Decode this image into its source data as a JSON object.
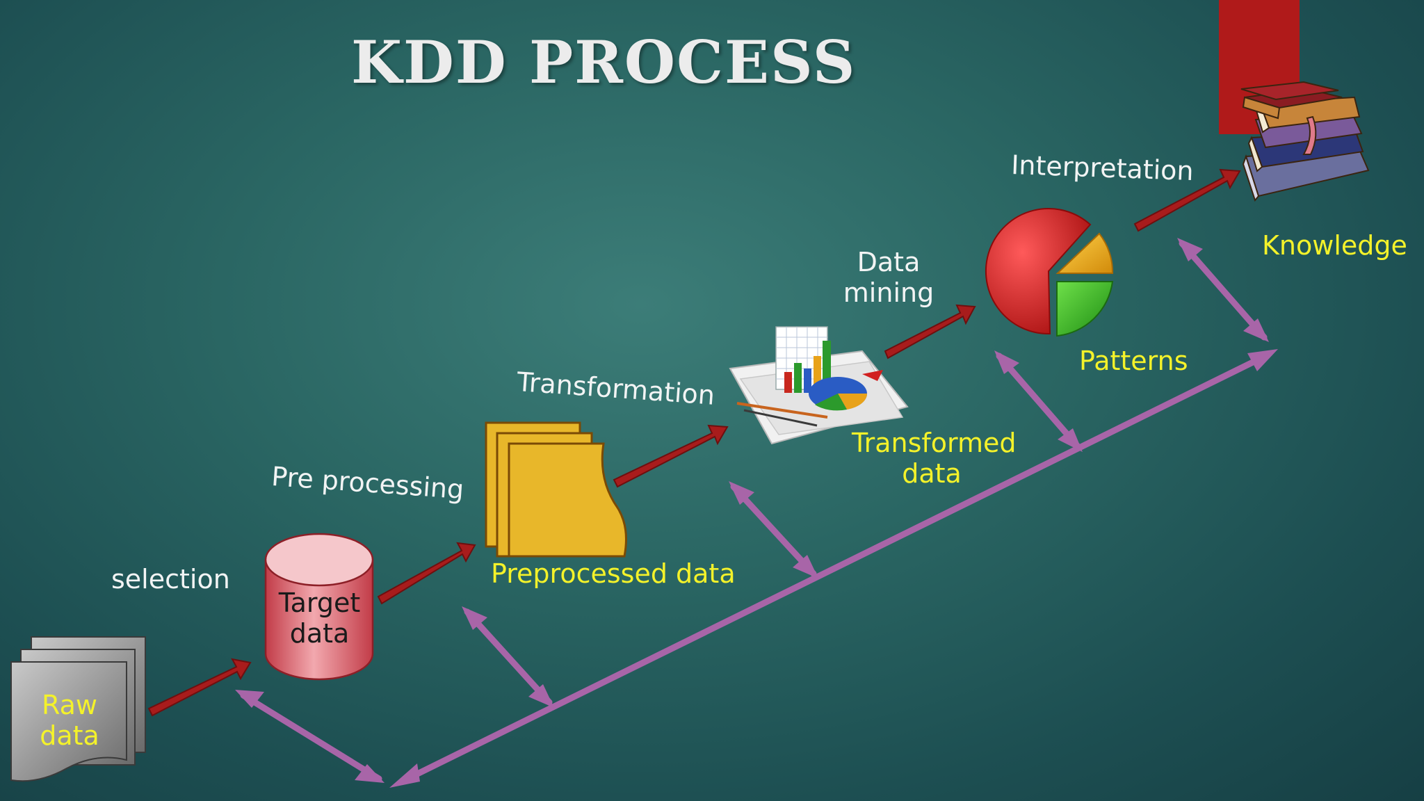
{
  "slide": {
    "title": "KDD PROCESS",
    "colors": {
      "background": "#2a6663",
      "step_arrow": "#a81c1c",
      "feedback_arrow": "#a865a8",
      "artifact_label": "#f4f22a",
      "step_label": "#f2f4f4",
      "top_bookmark": "#b01a1a"
    }
  },
  "steps": [
    {
      "label": "selection"
    },
    {
      "label": "Pre processing"
    },
    {
      "label": "Transformation"
    },
    {
      "label": "Data mining",
      "line1": "Data",
      "line2": "mining"
    },
    {
      "label": "Interpretation"
    }
  ],
  "artifacts": [
    {
      "label": "Raw data",
      "line1": "Raw",
      "line2": "data",
      "icon": "document-stack-icon"
    },
    {
      "label": "Target data",
      "line1": "Target",
      "line2": "data",
      "icon": "database-cylinder-icon"
    },
    {
      "label": "Preprocessed data",
      "icon": "yellow-file-stack-icon"
    },
    {
      "label": "Transformed data",
      "line1": "Transformed",
      "line2": "data",
      "icon": "charts-report-icon"
    },
    {
      "label": "Patterns",
      "icon": "pie-chart-icon"
    },
    {
      "label": "Knowledge",
      "icon": "books-stack-icon"
    }
  ]
}
